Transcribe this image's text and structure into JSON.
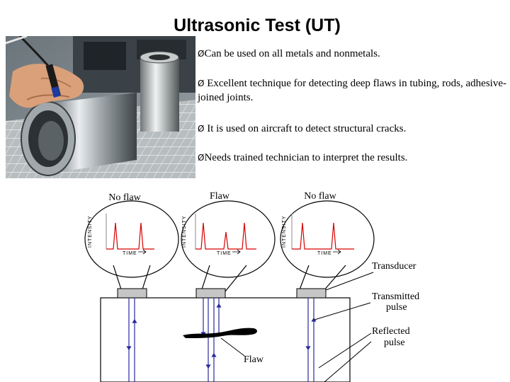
{
  "title": "Ultrasonic Test (UT)",
  "bullets": [
    "Can be used on all metals and nonmetals.",
    " Excellent technique for detecting deep flaws in tubing, rods, adhesive-joined joints.",
    " It is used on aircraft to detect structural cracks.",
    "Needs trained technician to interpret the results."
  ],
  "bullet_marker": "Ø",
  "diagram": {
    "scopes": [
      {
        "label": "No flaw",
        "ylabel": "INTENSITY",
        "xlabel": "TIME"
      },
      {
        "label": "Flaw",
        "ylabel": "INTENSITY",
        "xlabel": "TIME"
      },
      {
        "label": "No flaw",
        "ylabel": "INTENSITY",
        "xlabel": "TIME"
      }
    ],
    "callouts": {
      "transducer": "Transducer",
      "transmitted_1": "Transmitted",
      "transmitted_2": "pulse",
      "reflected_1": "Reflected",
      "reflected_2": "pulse",
      "flaw": "Flaw"
    },
    "colors": {
      "trace": "#d80000",
      "beam": "#2828a0"
    }
  }
}
